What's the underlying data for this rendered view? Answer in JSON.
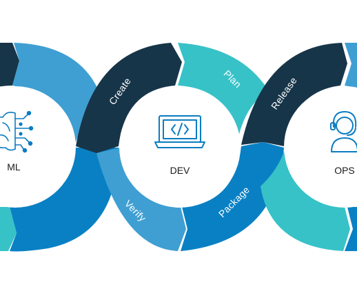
{
  "colors": {
    "navy": "#173548",
    "blue": "#0a80c4",
    "light_blue": "#3f9fd2",
    "teal": "#37c2c8",
    "icon": "#0a7cc2",
    "background": "#ffffff",
    "label_dark": "#1a1a1a"
  },
  "hubs": {
    "ml": {
      "label": "ML",
      "icon": "brain-circuit-icon"
    },
    "dev": {
      "label": "DEV",
      "icon": "laptop-code-icon"
    },
    "ops": {
      "label": "OPS",
      "icon": "support-agent-icon"
    }
  },
  "segments": {
    "create": "Create",
    "plan": "Plan",
    "release": "Release",
    "verify": "Verify",
    "package": "Package"
  }
}
